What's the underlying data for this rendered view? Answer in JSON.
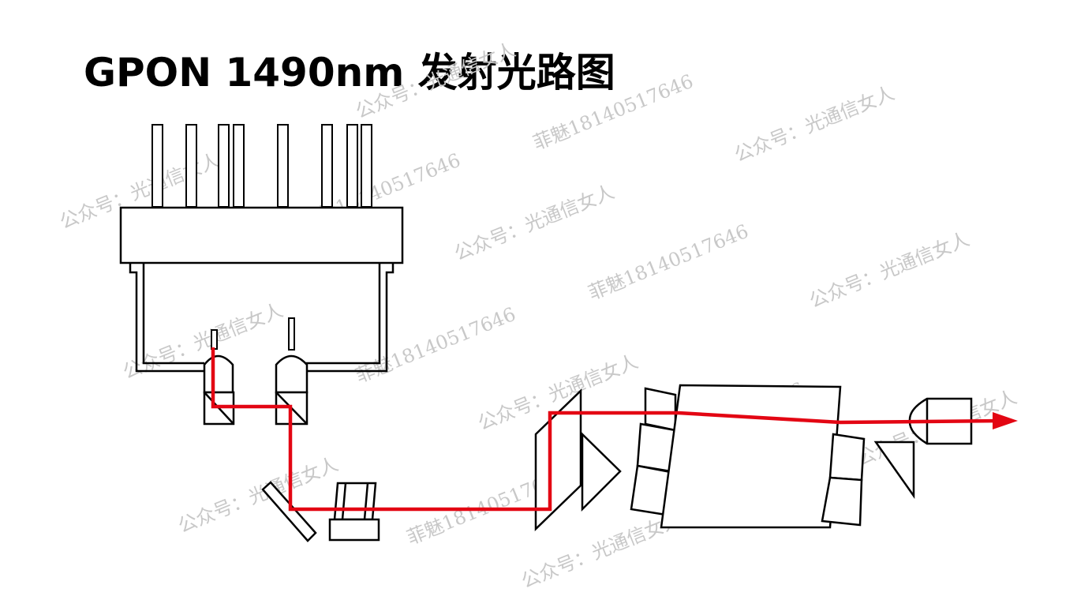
{
  "title": "GPON 1490nm 发射光路图",
  "watermarks": {
    "text_a": "公众号：光通信女人",
    "text_b": "菲魅18140517646"
  },
  "colors": {
    "beam": "#e30613",
    "outline": "#000000",
    "watermark": "#c8c8c8"
  }
}
